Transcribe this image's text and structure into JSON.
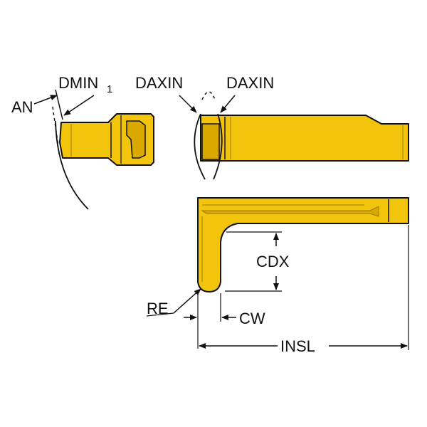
{
  "labels": {
    "an": "AN",
    "dmin": "DMIN",
    "dmin_sub": "1",
    "daxin_left": "DAXIN",
    "daxin_right": "DAXIN",
    "cdx": "CDX",
    "re": "RE",
    "cw": "CW",
    "insl": "INSL"
  },
  "colors": {
    "insert_fill": "#f2c40c",
    "insert_shade": "#d9a900",
    "outline": "#111111"
  }
}
